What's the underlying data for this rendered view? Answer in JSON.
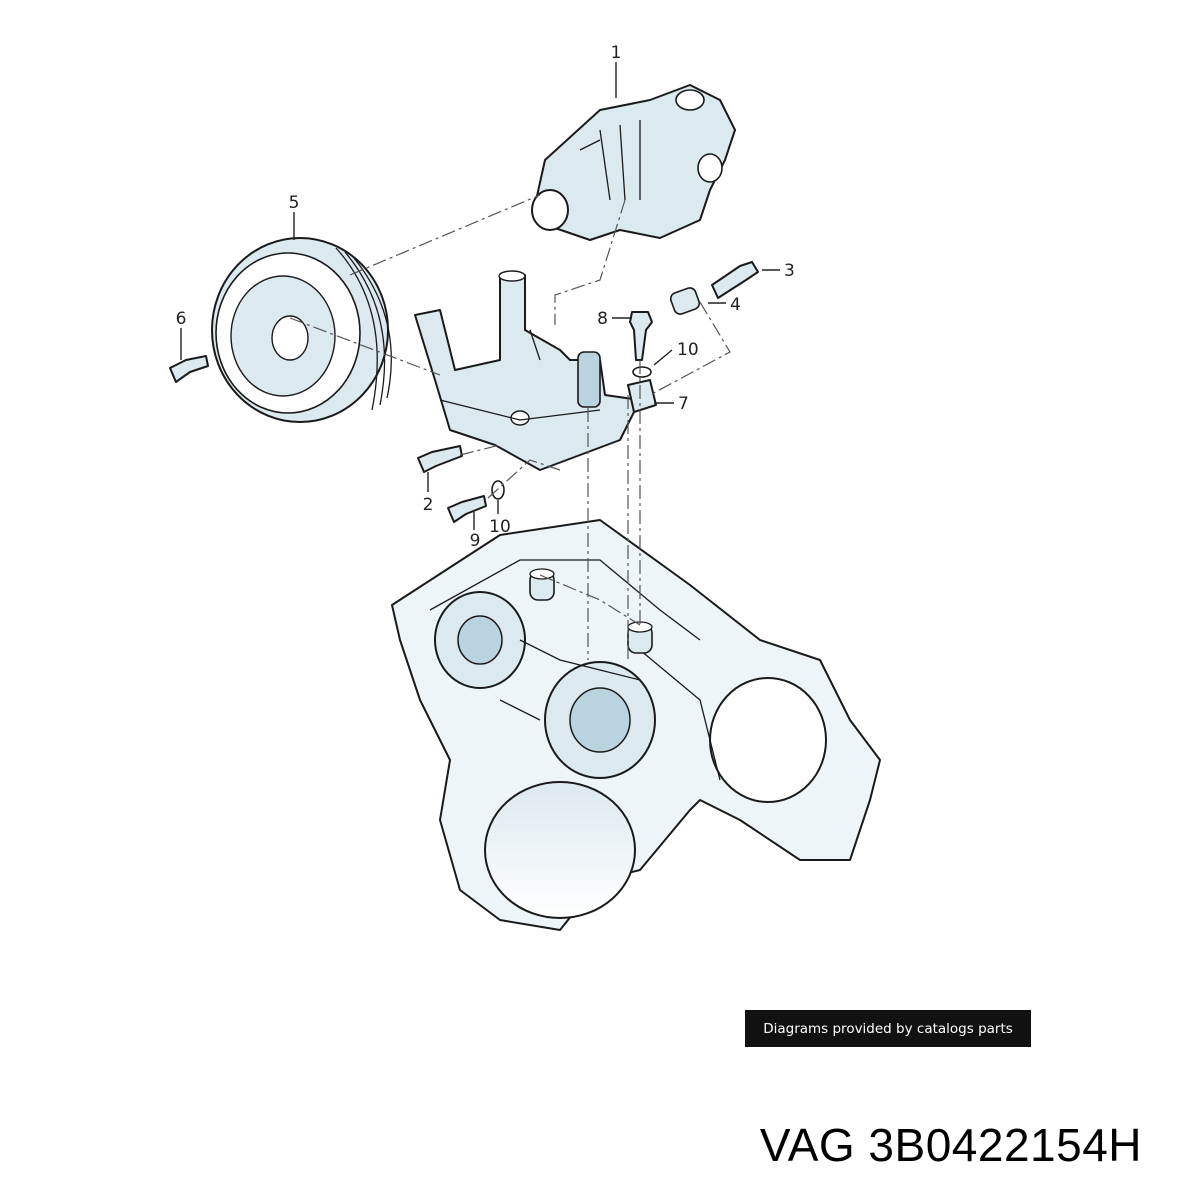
{
  "callouts": {
    "c1": "1",
    "c2": "2",
    "c3": "3",
    "c4": "4",
    "c5": "5",
    "c6": "6",
    "c7": "7",
    "c8": "8",
    "c9": "9",
    "c10a": "10",
    "c10b": "10"
  },
  "credit_text": "Diagrams provided by catalogs parts",
  "part_code": "VAG 3B0422154H",
  "colors": {
    "part_fill": "#dce9ef",
    "shade": "#b9d3df",
    "block_fill": "#eef5f8"
  }
}
